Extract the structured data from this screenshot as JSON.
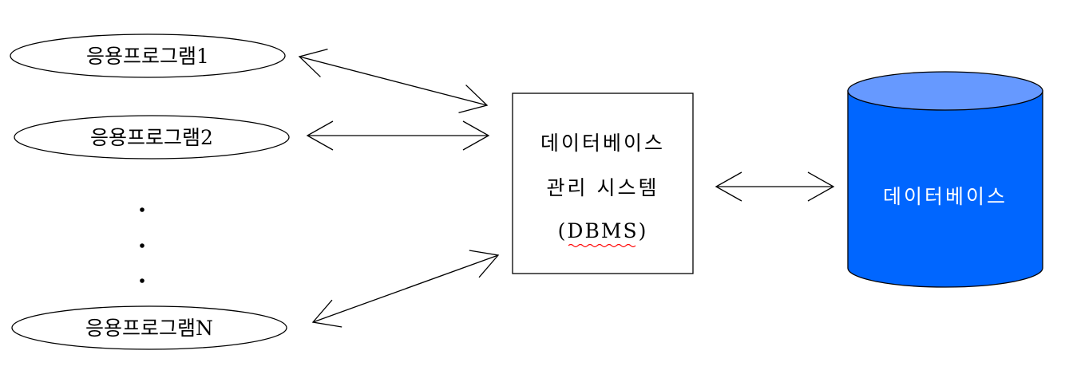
{
  "applications": [
    {
      "label": "응용프로그램1"
    },
    {
      "label": "응용프로그램2"
    },
    {
      "label": "응용프로그램N"
    }
  ],
  "dbms": {
    "line1": "데이터베이스",
    "line2": "관리 시스템",
    "line3": "(DBMS)"
  },
  "database": {
    "label": "데이터베이스"
  },
  "colors": {
    "cylinder_fill": "#0066ff",
    "cylinder_top": "#6699ff",
    "stroke": "#000000",
    "spellcheck_underline": "#ff0000"
  }
}
